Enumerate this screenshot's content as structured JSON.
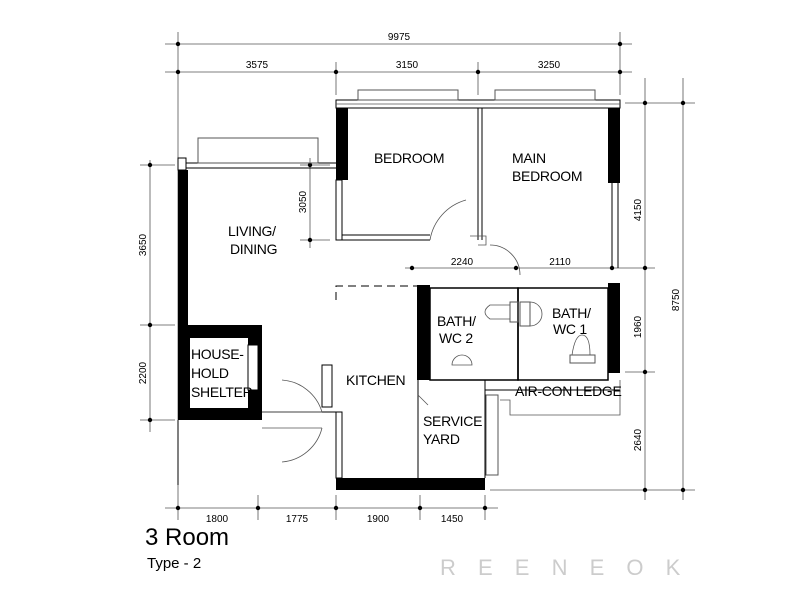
{
  "plan": {
    "title": "3 Room",
    "subtitle": "Type - 2",
    "watermark": "R E E N E   O K"
  },
  "rooms": {
    "bedroom": "BEDROOM",
    "main_bedroom_1": "MAIN",
    "main_bedroom_2": "BEDROOM",
    "living_1": "LIVING/",
    "living_2": "DINING",
    "bath2_1": "BATH/",
    "bath2_2": "WC 2",
    "bath1_1": "BATH/",
    "bath1_2": "WC 1",
    "shelter_1": "HOUSE-",
    "shelter_2": "HOLD",
    "shelter_3": "SHELTER",
    "kitchen": "KITCHEN",
    "service_1": "SERVICE",
    "service_2": "YARD",
    "aircon": "AIR-CON LEDGE"
  },
  "dimensions": {
    "top_total": "9975",
    "top_1": "3575",
    "top_2": "3150",
    "top_3": "3250",
    "right_1": "4150",
    "right_2": "1960",
    "right_3": "2640",
    "right_total": "8750",
    "left_1": "3650",
    "left_2": "2200",
    "bedroom_depth": "3050",
    "inner_1": "2240",
    "inner_2": "2110",
    "bottom_1": "1800",
    "bottom_2": "1775",
    "bottom_3": "1900",
    "bottom_4": "1450"
  }
}
